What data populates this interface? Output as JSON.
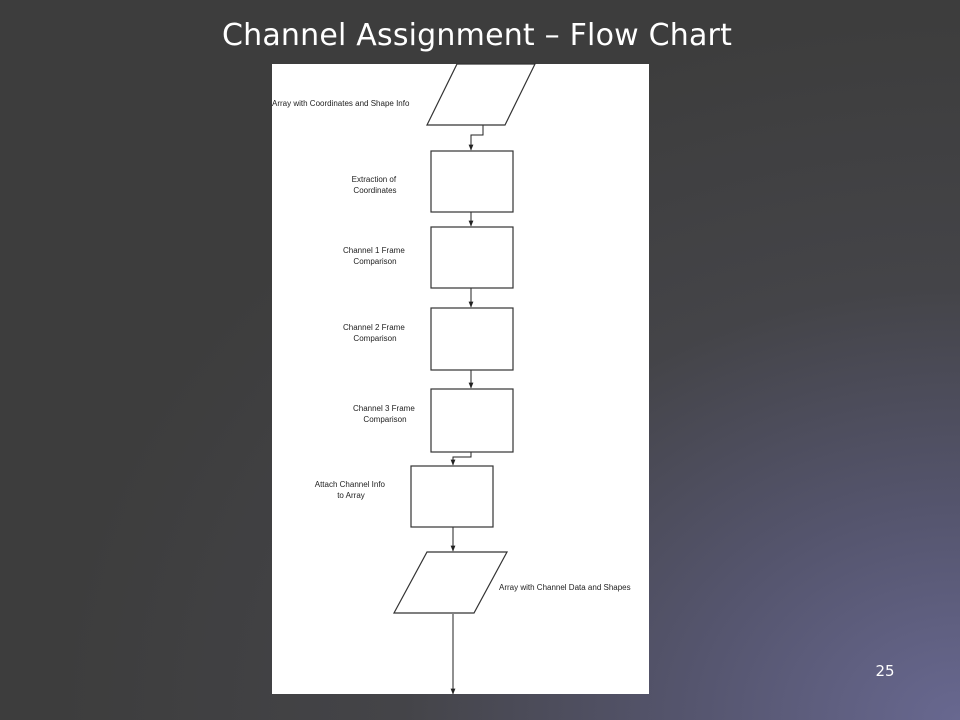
{
  "slide": {
    "title": "Channel Assignment – Flow Chart",
    "page_number": "25"
  },
  "flowchart": {
    "input_label": "Array with Coordinates and Shape Info",
    "extraction_label": [
      "Extraction of",
      "Coordinates"
    ],
    "channel1_label": [
      "Channel 1 Frame",
      "Comparison"
    ],
    "channel2_label": [
      "Channel 2 Frame",
      "Comparison"
    ],
    "channel3_label": [
      "Channel 3 Frame",
      "Comparison"
    ],
    "attach_label": [
      "Attach Channel Info",
      "to Array"
    ],
    "output_label": [
      "Array with Channel Data and Shapes"
    ]
  },
  "colors": {
    "panel": "#ffffff",
    "stroke": "#333333",
    "text": "#222222"
  }
}
